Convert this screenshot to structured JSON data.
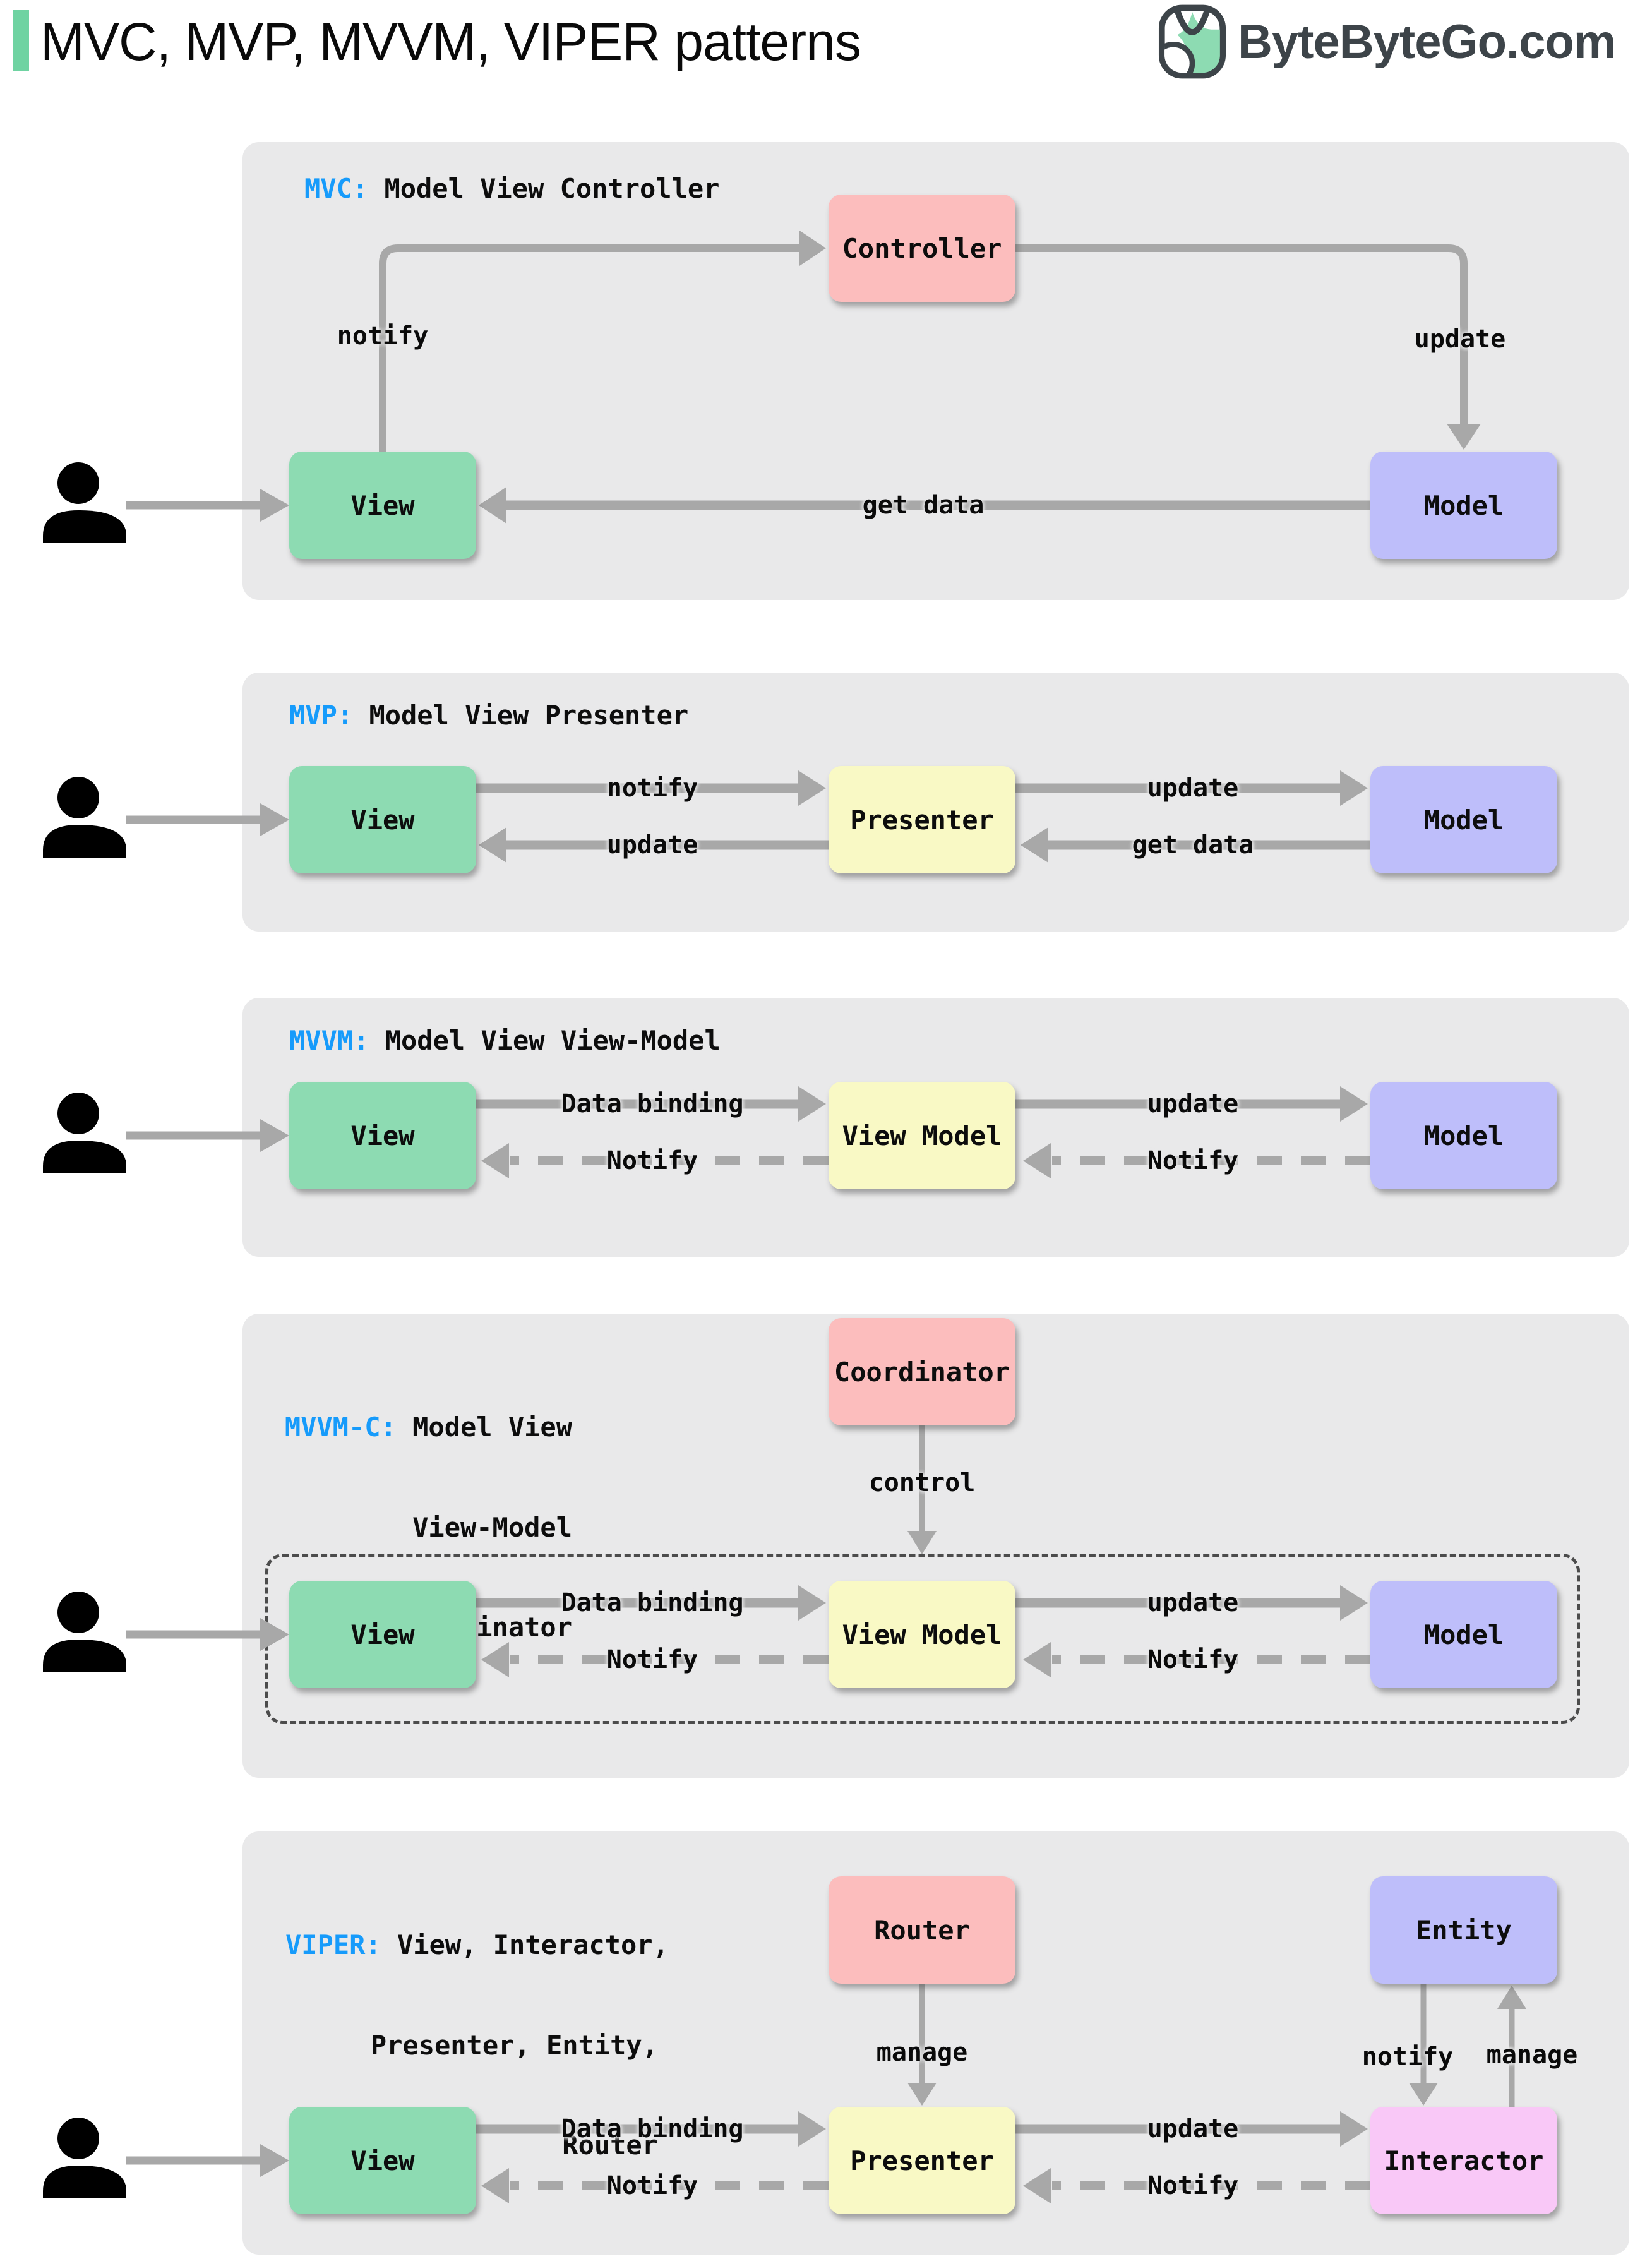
{
  "title": "MVC, MVP, MVVM, VIPER patterns",
  "logo": {
    "brand": "ByteByteGo.com"
  },
  "colors": {
    "accent_green": "#6fd3a2",
    "pattern_blue": "#169bfb",
    "node_green": "#8ddbb2",
    "node_yellow": "#f9f9c5",
    "node_purple": "#bebefa",
    "node_pink": "#fcbdbd",
    "node_magenta": "#f9c8f7",
    "arrow_gray": "#a8a8a8",
    "panel_gray": "#e9e9ea"
  },
  "panels": [
    {
      "name": "MVC",
      "header": {
        "prefix": "MVC:",
        "rest": " Model View Controller"
      },
      "nodes": {
        "controller": "Controller",
        "view": "View",
        "model": "Model"
      },
      "labels": {
        "notify": "notify",
        "update": "update",
        "get_data": "get data"
      }
    },
    {
      "name": "MVP",
      "header": {
        "prefix": "MVP:",
        "rest": " Model View Presenter"
      },
      "nodes": {
        "view": "View",
        "presenter": "Presenter",
        "model": "Model"
      },
      "labels": {
        "notify": "notify",
        "update_to_model": "update",
        "update_to_view": "update",
        "get_data": "get data"
      }
    },
    {
      "name": "MVVM",
      "header": {
        "prefix": "MVVM:",
        "rest": " Model View View-Model"
      },
      "nodes": {
        "view": "View",
        "view_model": "View Model",
        "model": "Model"
      },
      "labels": {
        "data_binding": "Data binding",
        "notify_to_view": "Notify",
        "update": "update",
        "notify_to_view_model": "Notify"
      }
    },
    {
      "name": "MVVM-C",
      "header": {
        "prefix": "MVVM-C:",
        "rest": " Model View",
        "line2": "View-Model",
        "line3": "Coordinator"
      },
      "nodes": {
        "coordinator": "Coordinator",
        "view": "View",
        "view_model": "View Model",
        "model": "Model"
      },
      "labels": {
        "control": "control",
        "data_binding": "Data binding",
        "notify_to_view": "Notify",
        "update": "update",
        "notify_to_view_model": "Notify"
      }
    },
    {
      "name": "VIPER",
      "header": {
        "prefix": "VIPER:",
        "rest": " View, Interactor,",
        "line2": "Presenter, Entity,",
        "line3": "Router"
      },
      "nodes": {
        "router": "Router",
        "entity": "Entity",
        "view": "View",
        "presenter": "Presenter",
        "interactor": "Interactor"
      },
      "labels": {
        "manage_router": "manage",
        "notify_entity": "notify",
        "manage_entity": "manage",
        "data_binding": "Data binding",
        "notify_to_view": "Notify",
        "update": "update",
        "notify_to_presenter": "Notify"
      }
    }
  ]
}
